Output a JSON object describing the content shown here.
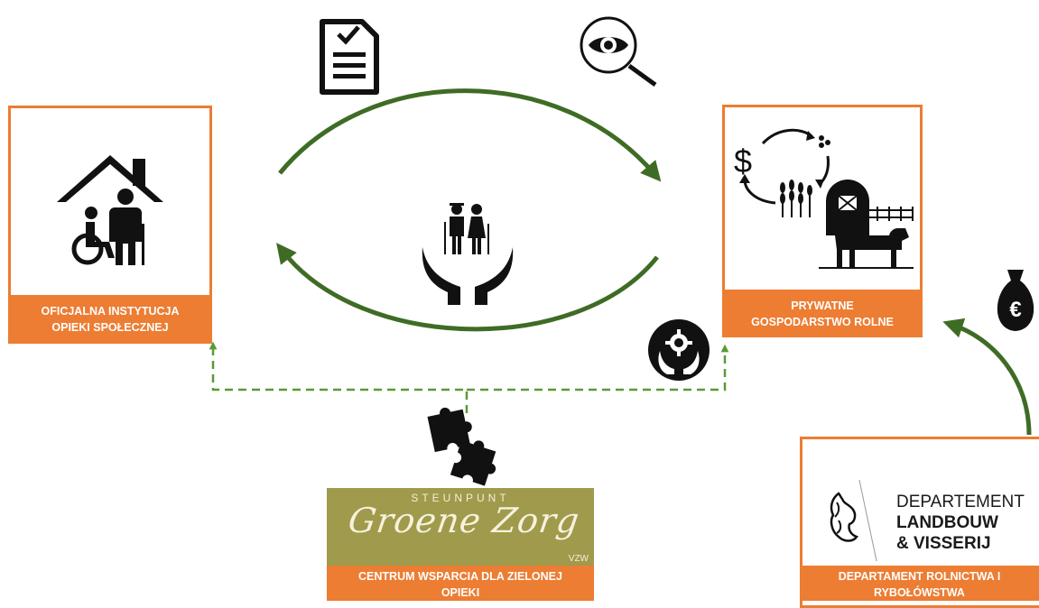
{
  "colors": {
    "accent": "#ec7d33",
    "arrow_green": "#3f6c25",
    "logo_green": "#a09a4c",
    "icon": "#111111"
  },
  "boxes": {
    "institution": {
      "label": [
        "OFICJALNA INSTYTUCJA",
        "OPIEKI SPOŁECZNEJ"
      ]
    },
    "farm": {
      "label": [
        "PRYWATNE",
        "GOSPODARSTWO ROLNE"
      ]
    },
    "support": {
      "label": [
        "CENTRUM WSPARCIA DLA ZIELONEJ",
        "OPIEKI"
      ]
    },
    "department": {
      "label": [
        "DEPARTAMENT ROLNICTWA I",
        "RYBOŁÓWSTWA"
      ]
    }
  },
  "logos": {
    "steunpunt": {
      "top": "STEUNPUNT",
      "main": "Groene Zorg",
      "suffix": "VZW"
    },
    "department": {
      "line1": "DEPARTEMENT",
      "line2": "LANDBOUW",
      "line3": "& VISSERIJ"
    }
  },
  "icons": {
    "house": "house-with-people-icon",
    "farm": "farm-cycle-icon",
    "care": "care-hands-elderly-icon",
    "document": "checklist-document-icon",
    "monitor": "eye-magnifier-icon",
    "support": "support-hands-gear-icon",
    "puzzle": "puzzle-pieces-icon",
    "money": "money-bag-euro-icon",
    "euro_symbol": "€",
    "dollar_symbol": "$"
  }
}
